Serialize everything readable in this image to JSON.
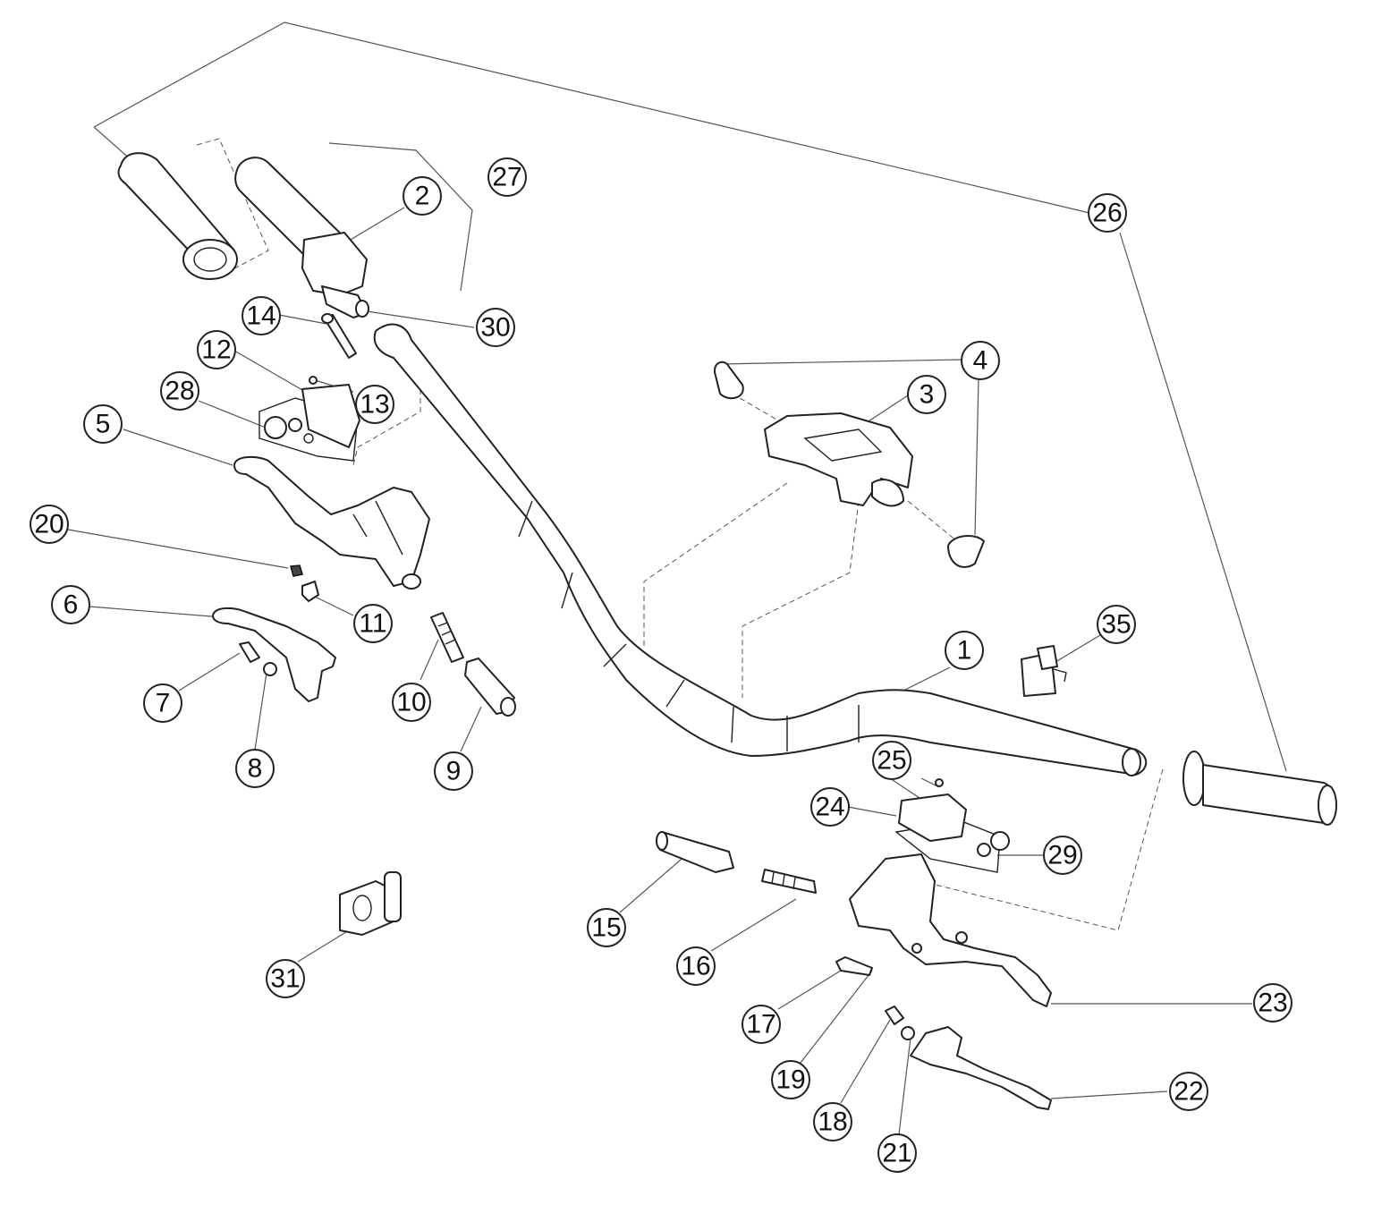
{
  "callouts": [
    "1",
    "2",
    "3",
    "4",
    "5",
    "6",
    "7",
    "8",
    "9",
    "10",
    "11",
    "12",
    "13",
    "14",
    "15",
    "16",
    "17",
    "18",
    "19",
    "20",
    "21",
    "22",
    "23",
    "24",
    "25",
    "26",
    "27",
    "28",
    "29",
    "30",
    "31",
    "35"
  ]
}
